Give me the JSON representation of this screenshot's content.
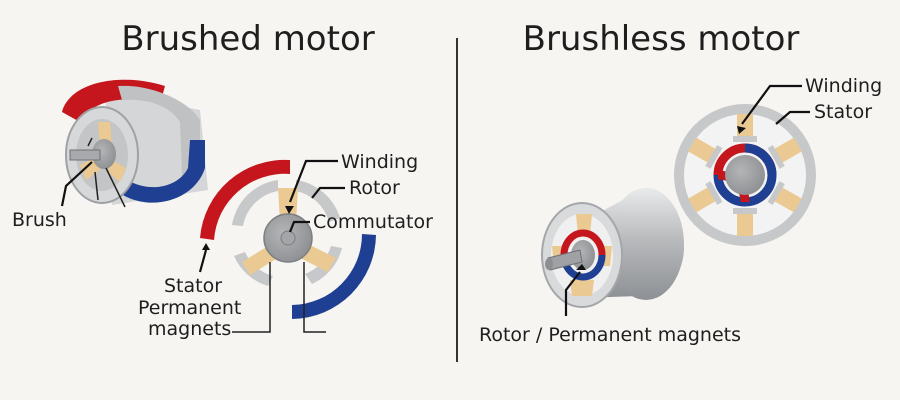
{
  "titles": {
    "brushed": "Brushed motor",
    "brushless": "Brushless motor"
  },
  "brushed_labels": {
    "winding": "Winding",
    "rotor": "Rotor",
    "commutator": "Commutator",
    "brush": "Brush",
    "stator": "Stator",
    "permanent_magnets_1": "Permanent",
    "permanent_magnets_2": "magnets"
  },
  "brushless_labels": {
    "winding": "Winding",
    "stator": "Stator",
    "rotor_magnets": "Rotor / Permanent magnets"
  },
  "colors": {
    "background": "#f7f5f2",
    "magnet_red": "#c4161c",
    "magnet_blue": "#1f3f93",
    "winding_tan": "#ebc992",
    "steel_gray": "#c7c8c9",
    "text": "#1e1e1e"
  }
}
